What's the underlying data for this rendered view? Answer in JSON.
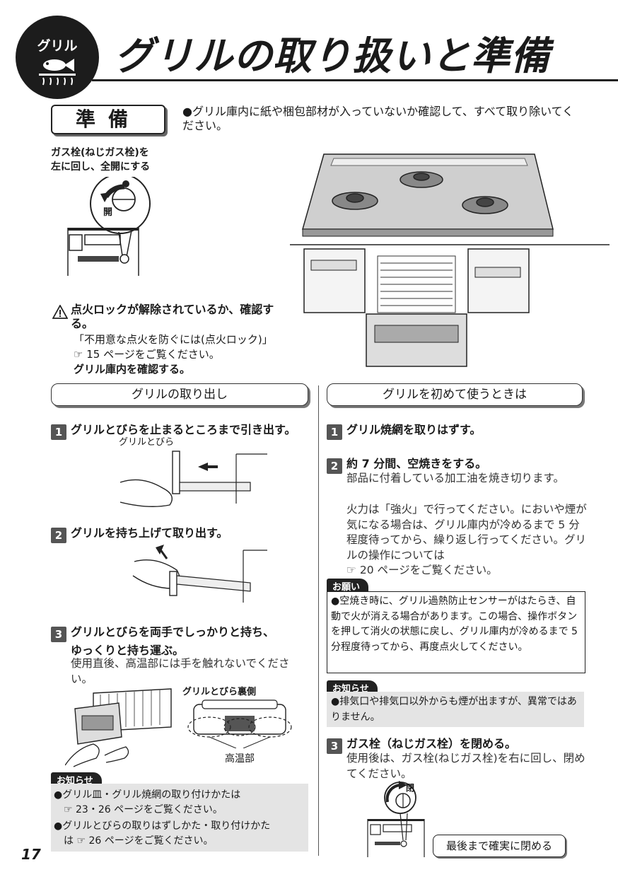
{
  "header": {
    "badge_label": "グリル",
    "title": "グリルの取り扱いと準備"
  },
  "prep": {
    "label": "準備",
    "bullet": "●グリル庫内に紙や梱包部材が入っていないか確認して、すべて取り除いてください。",
    "valve_caption_line1": "ガス栓(ねじガス栓)を",
    "valve_caption_line2": "左に回し、全開にする",
    "open_char": "開",
    "warning_title": "点火ロックが解除されているか、確認する。",
    "warning_ref": "「不用意な点火を防ぐには(点火ロック)」",
    "warning_page": "15 ページをご覧ください。",
    "check_interior": "グリル庫内を確認する。"
  },
  "left": {
    "heading": "グリルの取り出し",
    "step1_num": "1",
    "step1": "グリルとびらを止まるところまで引き出す。",
    "step1_label": "グリルとびら",
    "step2_num": "2",
    "step2": "グリルを持ち上げて取り出す。",
    "step3_num": "3",
    "step3_line1": "グリルとびらを両手でしっかりと持ち、",
    "step3_line2": "ゆっくりと持ち運ぶ。",
    "step3_body": "使用直後、高温部には手を触れないでください。",
    "back_label": "グリルとびら裏側",
    "hot_label": "高温部",
    "notice_tag": "お知らせ",
    "notice_1a": "●グリル皿・グリル焼網の取り付けかたは",
    "notice_1b": "23・26 ページをご覧ください。",
    "notice_2a": "●グリルとびらの取りはずしかた・取り付けかた",
    "notice_2b_pre": "は",
    "notice_2b": "26 ページをご覧ください。"
  },
  "right": {
    "heading": "グリルを初めて使うときは",
    "step1_num": "1",
    "step1": "グリル焼網を取りはずす。",
    "step2_num": "2",
    "step2": "約 7 分間、空焼きをする。",
    "step2_body1": "部品に付着している加工油を焼き切ります。",
    "step2_body2": "火力は「強火」で行ってください。においや煙が気になる場合は、グリル庫内が冷めるまで 5 分程度待ってから、繰り返し行ってください。グリルの操作については",
    "step2_ref": "20 ページをご覧ください。",
    "caution_tag": "お願い",
    "caution_text": "●空焼き時に、グリル過熱防止センサーがはたらき、自動で火が消える場合があります。この場合、操作ボタンを押して消火の状態に戻し、グリル庫内が冷めるまで 5 分程度待ってから、再度点火してください。",
    "notice_tag": "お知らせ",
    "notice_text": "●排気口や排気口以外からも煙が出ますが、異常ではありません。",
    "step3_num": "3",
    "step3": "ガス栓（ねじガス栓）を閉める。",
    "step3_body": "使用後は、ガス栓(ねじガス栓)を右に回し、閉めてください。",
    "close_char": "閉",
    "callout": "最後まで確実に閉める"
  },
  "page_number": "17"
}
